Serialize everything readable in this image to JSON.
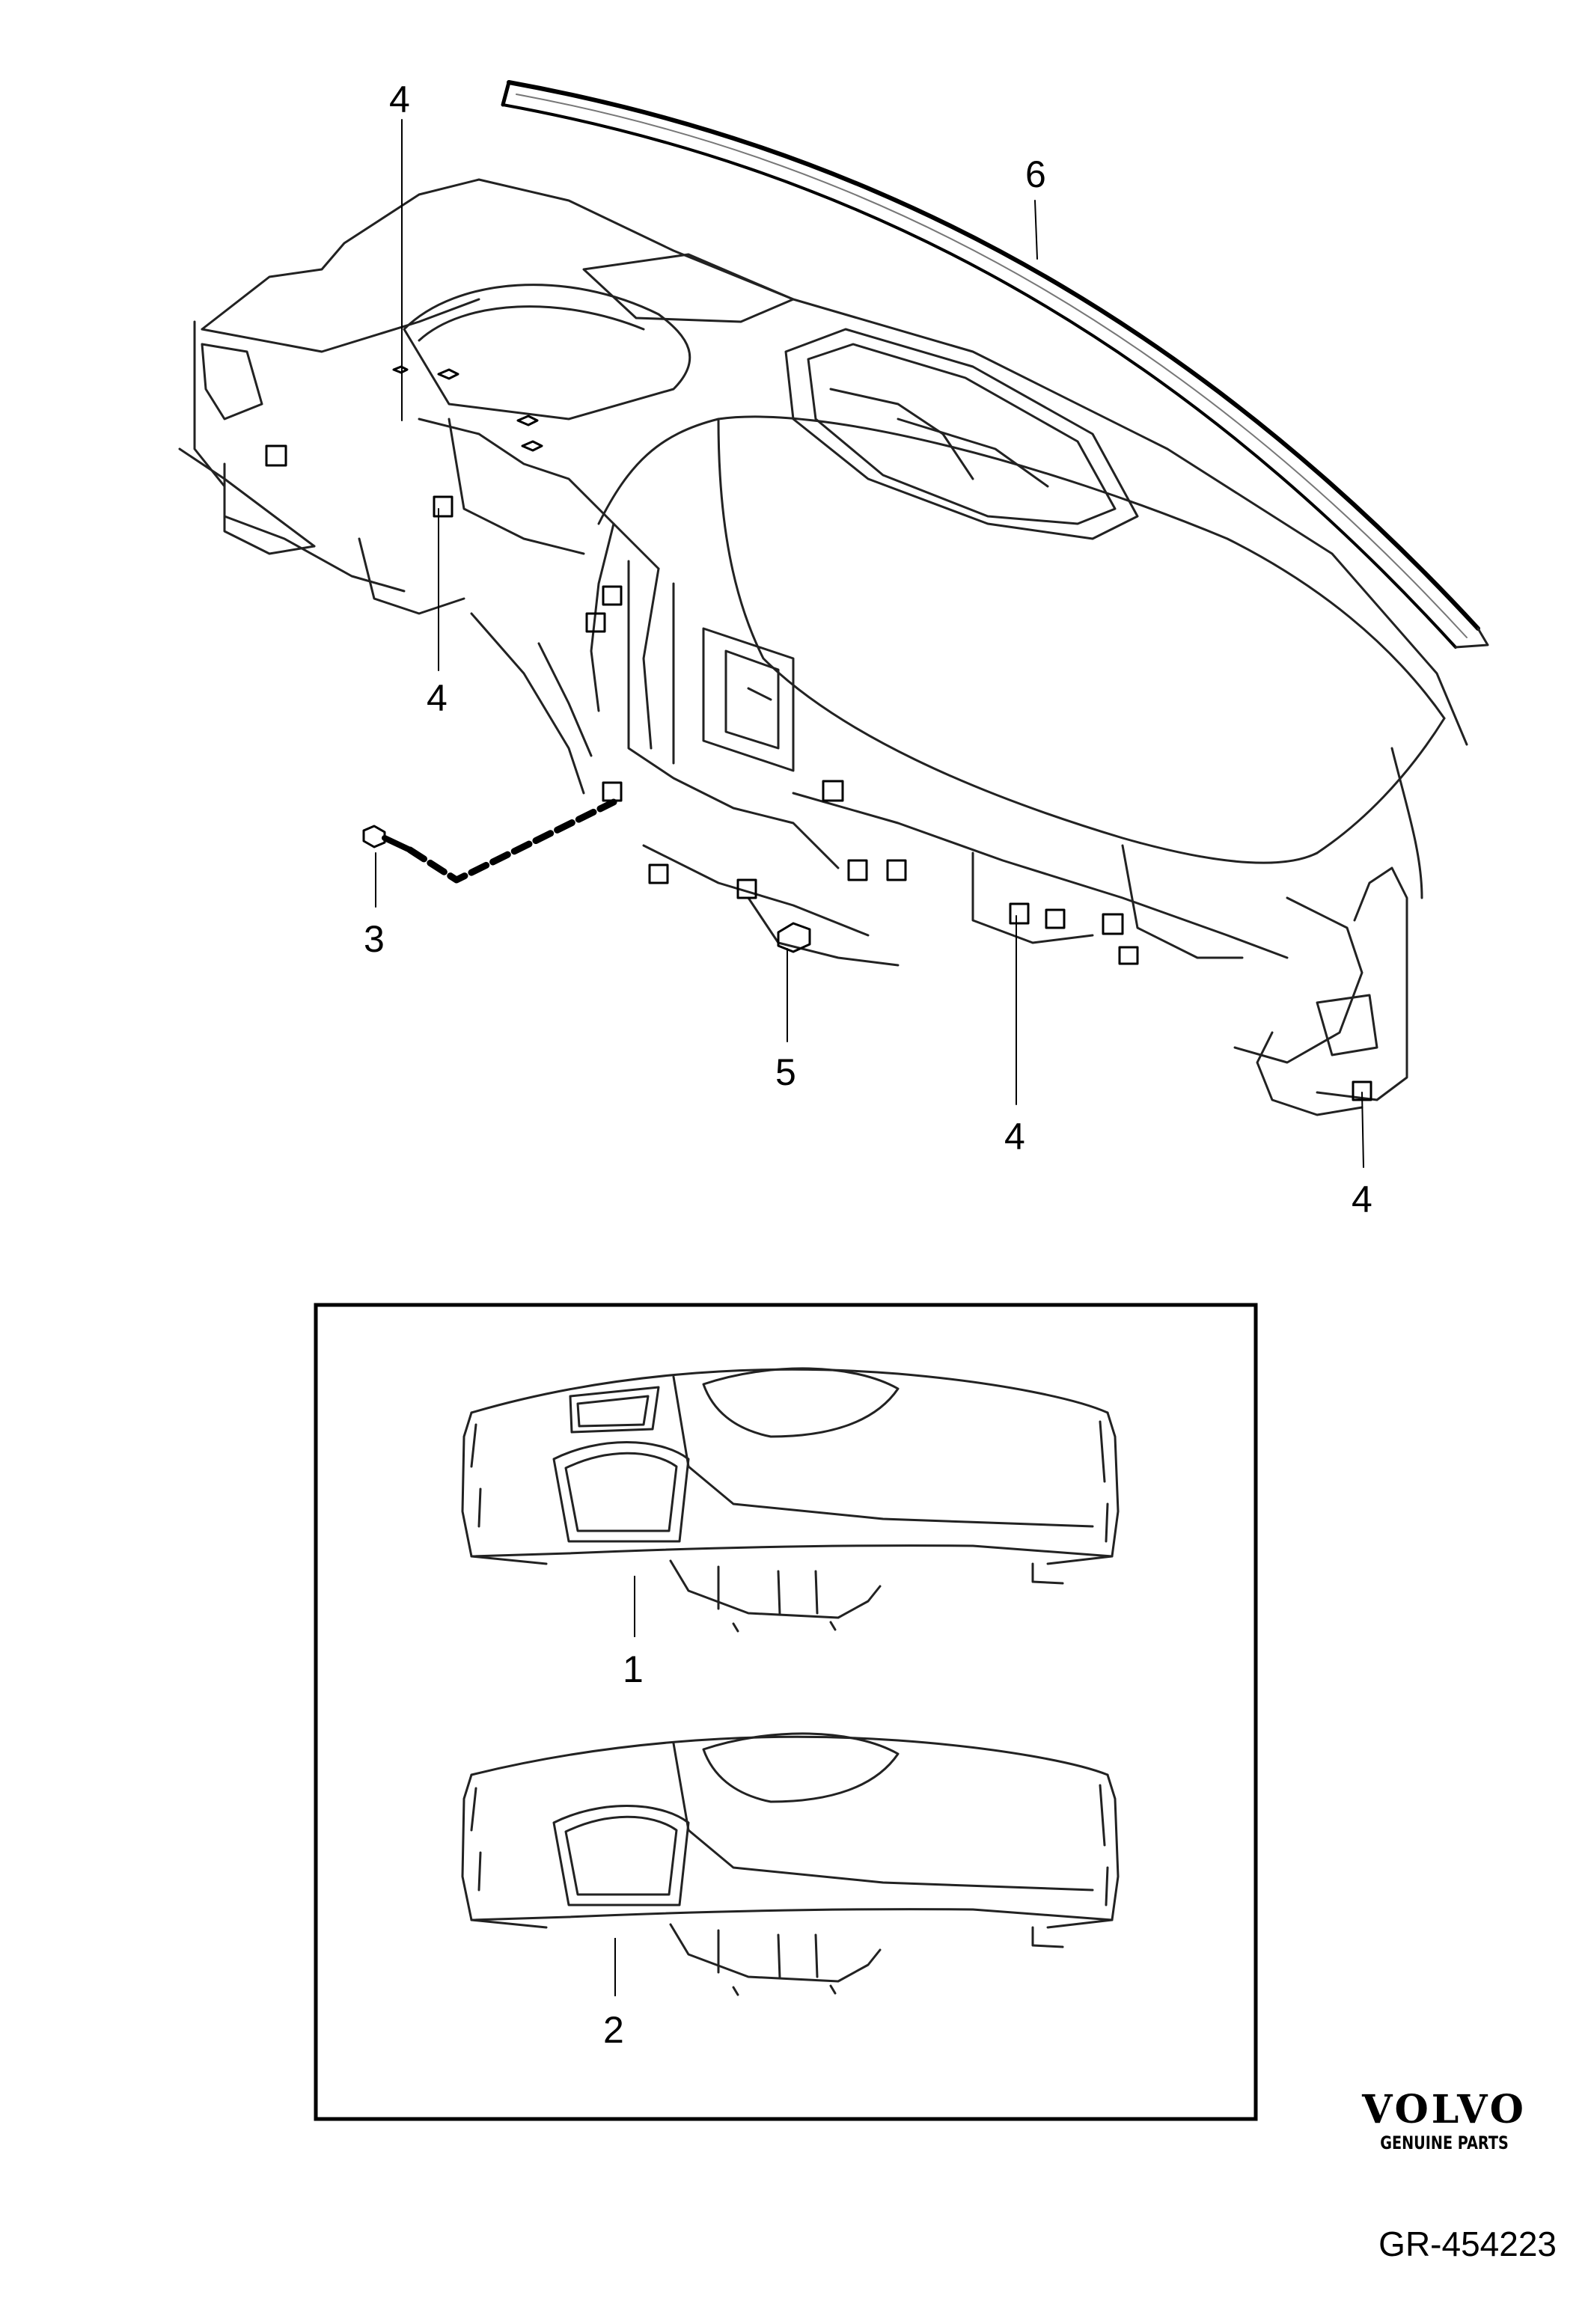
{
  "diagram": {
    "callouts": {
      "c4a": "4",
      "c6": "6",
      "c4b": "4",
      "c3": "3",
      "c5": "5",
      "c4c": "4",
      "c4d": "4",
      "c1": "1",
      "c2": "2"
    }
  },
  "branding": {
    "brand": "VOLVO",
    "tagline": "GENUINE PARTS",
    "drawing_number": "GR-454223"
  }
}
